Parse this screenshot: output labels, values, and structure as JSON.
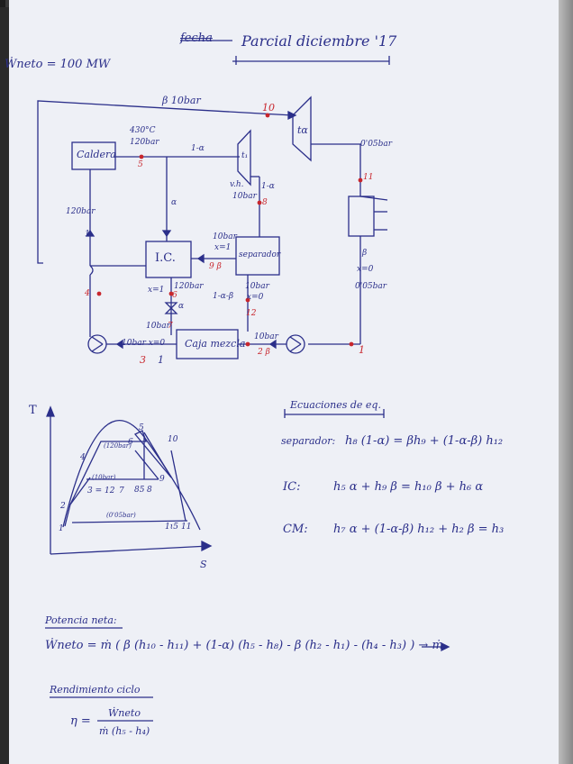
{
  "title": "Parcial diciembre '17",
  "struck": "fecha",
  "w_neto": "Ẇneto = 100 MW",
  "diagram": {
    "top_line": "β 10bar",
    "p10": "10",
    "turbine_alta": "tα",
    "caldera": "Caldera",
    "state_in": "430°C",
    "p_in": "120bar",
    "p5": "5",
    "flow_1a": "1-α",
    "turbine_1": "t₁",
    "vh": "v.h.",
    "bar10_t1": "10bar",
    "flow_1a_b": "1-α",
    "p8": "8",
    "alpha": "α",
    "bar120_left": "120bar",
    "one_left": "1",
    "ic": "I.C.",
    "sep": "separador",
    "sep_in": "10bar",
    "sep_x": "x=1",
    "p9": "9 β",
    "x1": "x=1",
    "p6": "6",
    "bar120_mid": "120bar",
    "valve_alpha": "α",
    "flow_mid": "1-α-β",
    "sep_out": "10bar",
    "sep_x0": "x=0",
    "p12": "12",
    "p4": "4",
    "bar10_valve": "10bar",
    "p7": "7",
    "caja": "Caja mezcla",
    "bar10_x0": "10bar x=0",
    "p3": "3",
    "one_bottom": "1",
    "bar10_pump": "10bar",
    "p2": "2 β",
    "p1": "1",
    "cond_out_p": "0'05bar",
    "p11": "11",
    "beta": "β",
    "x0": "x=0",
    "cond_bar": "0'05bar"
  },
  "ts": {
    "T": "T",
    "S": "S",
    "p120": "(120bar)",
    "p10": "(10bar)",
    "p005": "(0'05bar)",
    "n4": "4",
    "n5": "5",
    "n6": "6",
    "n10": "10",
    "n2": "2",
    "n1": "1",
    "n3_12": "3 = 12",
    "n7": "7",
    "n8_5": "85",
    "n8": "8",
    "n9": "9",
    "n11_5": "1ɩ5",
    "n11": "11"
  },
  "eq": {
    "heading": "Ecuaciones de eq.",
    "sep_label": "separador:",
    "sep_eq": "h₈ (1-α) = βh₉ + (1-α-β) h₁₂",
    "ic_label": "IC:",
    "ic_eq": "h₅ α + h₉ β = h₁₀ β + h₆ α",
    "cm_label": "CM:",
    "cm_eq": "h₇ α + (1-α-β) h₁₂ + h₂ β = h₃"
  },
  "power": {
    "heading": "Potencia neta:",
    "eq": "Ẇneto = ṁ ( β (h₁₀ - h₁₁) + (1-α) (h₅ - h₈) - β (h₂ - h₁) - (h₄ - h₃) ) → ṁ"
  },
  "eff": {
    "heading": "Rendimiento ciclo",
    "lhs": "η =",
    "num": "Ẇneto",
    "den": "ṁ (h₅ - h₄)"
  }
}
